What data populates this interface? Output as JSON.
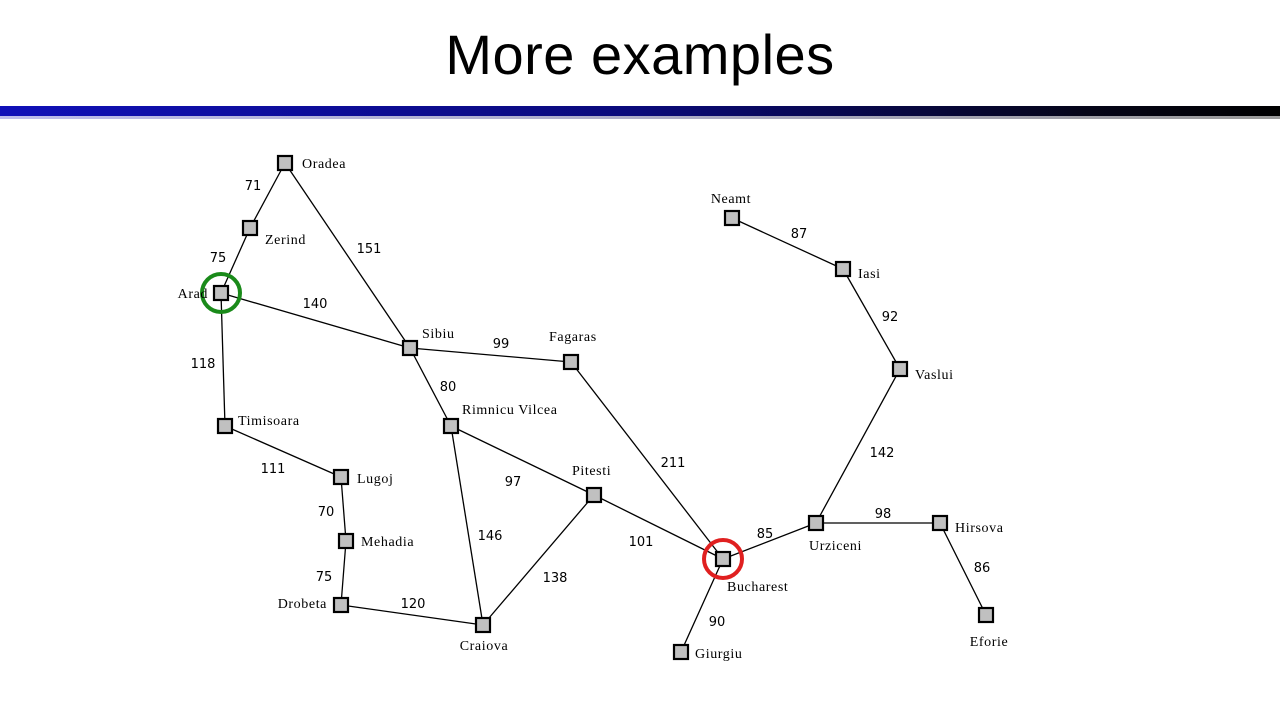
{
  "slide": {
    "title": "More examples"
  },
  "colors": {
    "start_marker": "#1a8a1a",
    "goal_marker": "#e02020",
    "node_fill": "#c0c0c0"
  },
  "cities": [
    {
      "id": "oradea",
      "label": "Oradea"
    },
    {
      "id": "zerind",
      "label": "Zerind"
    },
    {
      "id": "arad",
      "label": "Arad"
    },
    {
      "id": "sibiu",
      "label": "Sibiu"
    },
    {
      "id": "fagaras",
      "label": "Fagaras"
    },
    {
      "id": "timisoara",
      "label": "Timisoara"
    },
    {
      "id": "lugoj",
      "label": "Lugoj"
    },
    {
      "id": "mehadia",
      "label": "Mehadia"
    },
    {
      "id": "drobeta",
      "label": "Drobeta"
    },
    {
      "id": "rimnicu",
      "label": "Rimnicu Vilcea"
    },
    {
      "id": "pitesti",
      "label": "Pitesti"
    },
    {
      "id": "craiova",
      "label": "Craiova"
    },
    {
      "id": "bucharest",
      "label": "Bucharest"
    },
    {
      "id": "giurgiu",
      "label": "Giurgiu"
    },
    {
      "id": "urziceni",
      "label": "Urziceni"
    },
    {
      "id": "hirsova",
      "label": "Hirsova"
    },
    {
      "id": "eforie",
      "label": "Eforie"
    },
    {
      "id": "vaslui",
      "label": "Vaslui"
    },
    {
      "id": "iasi",
      "label": "Iasi"
    },
    {
      "id": "neamt",
      "label": "Neamt"
    }
  ],
  "roads": [
    {
      "from": "oradea",
      "to": "zerind",
      "distance": "71"
    },
    {
      "from": "zerind",
      "to": "arad",
      "distance": "75"
    },
    {
      "from": "oradea",
      "to": "sibiu",
      "distance": "151"
    },
    {
      "from": "arad",
      "to": "sibiu",
      "distance": "140"
    },
    {
      "from": "arad",
      "to": "timisoara",
      "distance": "118"
    },
    {
      "from": "sibiu",
      "to": "fagaras",
      "distance": "99"
    },
    {
      "from": "sibiu",
      "to": "rimnicu",
      "distance": "80"
    },
    {
      "from": "timisoara",
      "to": "lugoj",
      "distance": "111"
    },
    {
      "from": "lugoj",
      "to": "mehadia",
      "distance": "70"
    },
    {
      "from": "mehadia",
      "to": "drobeta",
      "distance": "75"
    },
    {
      "from": "drobeta",
      "to": "craiova",
      "distance": "120"
    },
    {
      "from": "rimnicu",
      "to": "craiova",
      "distance": "146"
    },
    {
      "from": "rimnicu",
      "to": "pitesti",
      "distance": "97"
    },
    {
      "from": "craiova",
      "to": "pitesti",
      "distance": "138"
    },
    {
      "from": "fagaras",
      "to": "bucharest",
      "distance": "211"
    },
    {
      "from": "pitesti",
      "to": "bucharest",
      "distance": "101"
    },
    {
      "from": "bucharest",
      "to": "giurgiu",
      "distance": "90"
    },
    {
      "from": "bucharest",
      "to": "urziceni",
      "distance": "85"
    },
    {
      "from": "urziceni",
      "to": "hirsova",
      "distance": "98"
    },
    {
      "from": "hirsova",
      "to": "eforie",
      "distance": "86"
    },
    {
      "from": "urziceni",
      "to": "vaslui",
      "distance": "142"
    },
    {
      "from": "vaslui",
      "to": "iasi",
      "distance": "92"
    },
    {
      "from": "iasi",
      "to": "neamt",
      "distance": "87"
    }
  ],
  "highlights": {
    "start": "arad",
    "goal": "bucharest"
  }
}
